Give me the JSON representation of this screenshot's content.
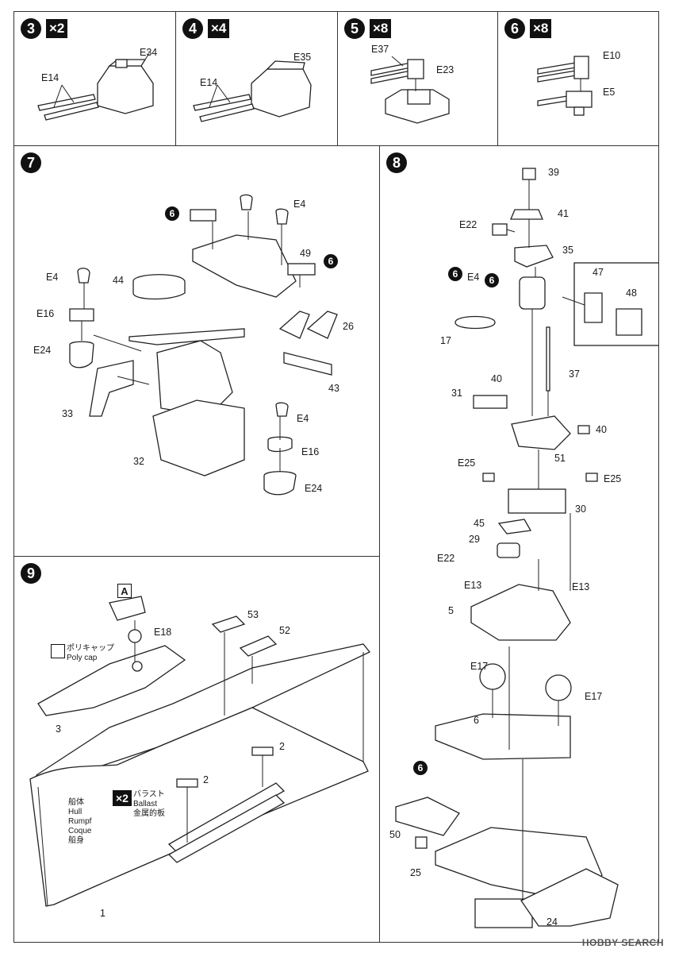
{
  "steps": {
    "s3": {
      "num": "3",
      "qty": "×2",
      "labels": {
        "e34": "E34",
        "e14": "E14"
      }
    },
    "s4": {
      "num": "4",
      "qty": "×4",
      "labels": {
        "e35": "E35",
        "e14": "E14"
      }
    },
    "s5": {
      "num": "5",
      "qty": "×8",
      "labels": {
        "e37": "E37",
        "e23": "E23"
      }
    },
    "s6": {
      "num": "6",
      "qty": "×8",
      "labels": {
        "e10": "E10",
        "e5": "E5"
      }
    },
    "s7": {
      "num": "7",
      "labels": {
        "e4a": "E4",
        "e4b": "E4",
        "e4c": "E4",
        "n44": "44",
        "e16a": "E16",
        "e16b": "E16",
        "e24a": "E24",
        "e24b": "E24",
        "n49": "49",
        "n26": "26",
        "n43": "43",
        "n33": "33",
        "n32": "32",
        "ref6": "6"
      }
    },
    "s8": {
      "num": "8",
      "labels": {
        "n39": "39",
        "e22a": "E22",
        "n41": "41",
        "n35": "35",
        "n47": "47",
        "n48": "48",
        "e4": "E4",
        "n17": "17",
        "n37": "37",
        "n40a": "40",
        "n40b": "40",
        "n31": "31",
        "n51": "51",
        "e25a": "E25",
        "e25b": "E25",
        "n30": "30",
        "n45": "45",
        "n29": "29",
        "e22b": "E22",
        "e13a": "E13",
        "e13b": "E13",
        "n5": "5",
        "e17a": "E17",
        "e17b": "E17",
        "n6": "6",
        "n50": "50",
        "n25": "25",
        "n24": "24",
        "ref6": "6"
      }
    },
    "s9": {
      "num": "9",
      "a_ref": "A",
      "e18": "E18",
      "n53": "53",
      "n52": "52",
      "n3": "3",
      "n2a": "2",
      "n2b": "2",
      "n1": "1",
      "polycap_jp": "ポリキャップ",
      "polycap_en": "Poly cap",
      "hull_lines": [
        "船体",
        "Hull",
        "Rumpf",
        "Coque",
        "船身"
      ],
      "ballast_qty": "×2",
      "ballast_lines": [
        "バラスト",
        "Ballast",
        "金属的板"
      ]
    }
  },
  "watermark": "HOBBY SEARCH"
}
